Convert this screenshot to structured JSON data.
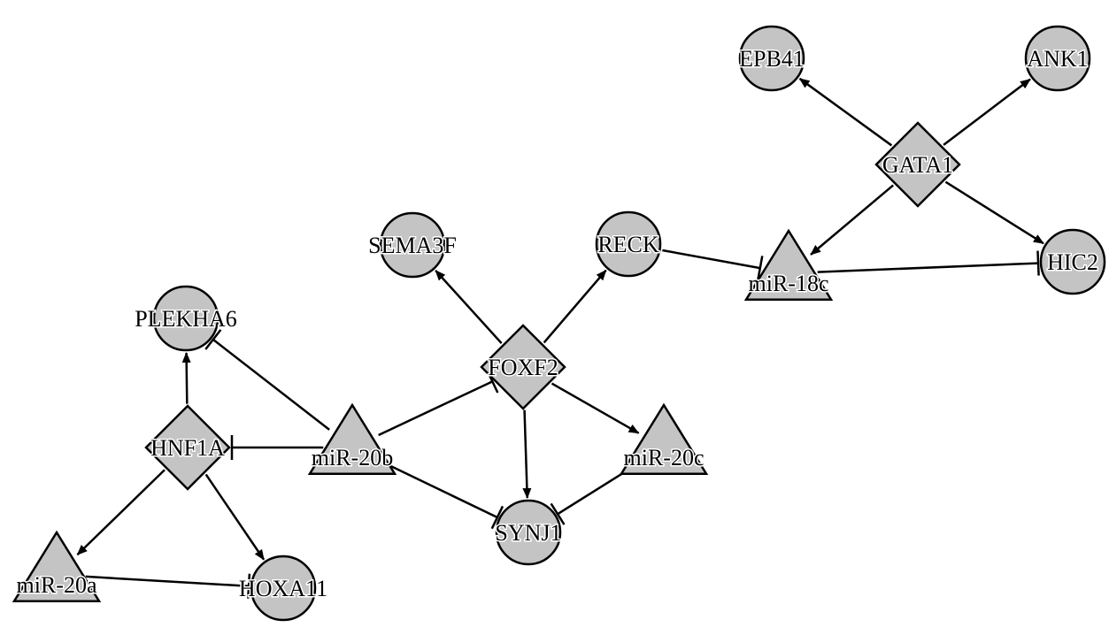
{
  "nodes": [
    {
      "id": "EPB41",
      "label": "EPB41",
      "shape": "circle"
    },
    {
      "id": "ANK1",
      "label": "ANK1",
      "shape": "circle"
    },
    {
      "id": "GATA1",
      "label": "GATA1",
      "shape": "diamond"
    },
    {
      "id": "RECK",
      "label": "RECK",
      "shape": "circle"
    },
    {
      "id": "SEMA3F",
      "label": "SEMA3F",
      "shape": "circle"
    },
    {
      "id": "miR-18c",
      "label": "miR-18c",
      "shape": "triangle"
    },
    {
      "id": "HIC2",
      "label": "HIC2",
      "shape": "circle"
    },
    {
      "id": "PLEKHA6",
      "label": "PLEKHA6",
      "shape": "circle"
    },
    {
      "id": "FOXF2",
      "label": "FOXF2",
      "shape": "diamond"
    },
    {
      "id": "HNF1A",
      "label": "HNF1A",
      "shape": "diamond"
    },
    {
      "id": "miR-20b",
      "label": "miR-20b",
      "shape": "triangle"
    },
    {
      "id": "miR-20c",
      "label": "miR-20c",
      "shape": "triangle"
    },
    {
      "id": "SYNJ1",
      "label": "SYNJ1",
      "shape": "circle"
    },
    {
      "id": "miR-20a",
      "label": "miR-20a",
      "shape": "triangle"
    },
    {
      "id": "HOXA11",
      "label": "HOXA11",
      "shape": "circle"
    }
  ],
  "edges": [
    {
      "from": "GATA1",
      "to": "EPB41",
      "type": "activation"
    },
    {
      "from": "GATA1",
      "to": "ANK1",
      "type": "activation"
    },
    {
      "from": "GATA1",
      "to": "miR-18c",
      "type": "activation"
    },
    {
      "from": "GATA1",
      "to": "HIC2",
      "type": "activation"
    },
    {
      "from": "RECK",
      "to": "miR-18c",
      "type": "inhibition"
    },
    {
      "from": "miR-18c",
      "to": "HIC2",
      "type": "inhibition"
    },
    {
      "from": "FOXF2",
      "to": "SEMA3F",
      "type": "activation"
    },
    {
      "from": "FOXF2",
      "to": "RECK",
      "type": "activation"
    },
    {
      "from": "FOXF2",
      "to": "miR-20c",
      "type": "activation"
    },
    {
      "from": "FOXF2",
      "to": "SYNJ1",
      "type": "activation"
    },
    {
      "from": "miR-20b",
      "to": "FOXF2",
      "type": "inhibition"
    },
    {
      "from": "miR-20b",
      "to": "PLEKHA6",
      "type": "inhibition"
    },
    {
      "from": "miR-20b",
      "to": "HNF1A",
      "type": "inhibition"
    },
    {
      "from": "miR-20b",
      "to": "SYNJ1",
      "type": "inhibition"
    },
    {
      "from": "miR-20c",
      "to": "SYNJ1",
      "type": "inhibition"
    },
    {
      "from": "HNF1A",
      "to": "PLEKHA6",
      "type": "activation"
    },
    {
      "from": "HNF1A",
      "to": "miR-20a",
      "type": "activation"
    },
    {
      "from": "HNF1A",
      "to": "HOXA11",
      "type": "activation"
    },
    {
      "from": "miR-20a",
      "to": "HOXA11",
      "type": "inhibition"
    }
  ]
}
